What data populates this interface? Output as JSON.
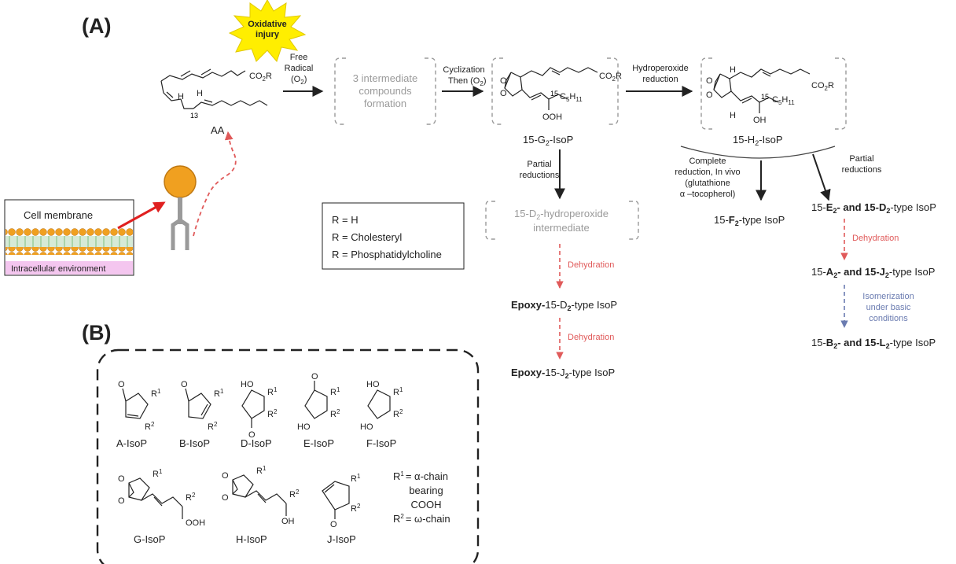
{
  "panels": {
    "a": "(A)",
    "b": "(B)"
  },
  "starburst": {
    "line1": "Oxidative",
    "line2": "injury"
  },
  "free_radical": {
    "line1": "Free",
    "line2": "Radical",
    "line3": "(O",
    "sub": "2",
    "close": ")"
  },
  "aa": {
    "label": "AA",
    "h1": "H",
    "h2": "H",
    "c13": "13",
    "co2r": "CO",
    "co2r_sub": "2",
    "co2r_r": "R"
  },
  "intermediate": {
    "line1": "3 intermediate",
    "line2": "compounds",
    "line3": "formation"
  },
  "cyclization": {
    "line1": "Cyclization",
    "line2": "Then (O",
    "sub": "2",
    "close": ")"
  },
  "g2": {
    "label_pre": "15-G",
    "label_sub": "2",
    "label_post": "-IsoP",
    "c15": "15",
    "c5h11": "C",
    "c5h11_sub1": "5",
    "c5h11_h": "H",
    "c5h11_sub2": "11",
    "ooh": "OOH"
  },
  "hydroperoxide_reduction": {
    "line1": "Hydroperoxide",
    "line2": "reduction"
  },
  "h2": {
    "label_pre": "15-H",
    "label_sub": "2",
    "label_post": "-IsoP",
    "c15": "15",
    "oh": "OH",
    "h": "H"
  },
  "partial_reductions_left": {
    "line1": "Partial",
    "line2": "reductions"
  },
  "d2_intermediate": {
    "line1_pre": "15-D",
    "line1_sub": "2",
    "line1_post": "-hydroperoxide",
    "line2": "intermediate"
  },
  "dehydration": "Dehydration",
  "epoxy_d2": {
    "bold": "Epoxy-",
    "pre": "15-D",
    "sub": "2",
    "post": "-type IsoP"
  },
  "epoxy_j2": {
    "bold": "Epoxy-",
    "pre": "15-J",
    "sub": "2",
    "post": "-type IsoP"
  },
  "complete_reduction": {
    "line1": "Complete",
    "line2": "reduction, In vivo",
    "line3": "(glutathione",
    "line4": "α –tocopherol)"
  },
  "partial_reductions_right": {
    "line1": "Partial",
    "line2": "reductions"
  },
  "f2_type": {
    "pre": "15-",
    "bold": "F",
    "sub": "2",
    "post": "-type IsoP"
  },
  "e2_d2_type": {
    "pre1": "15-",
    "bold1": "E",
    "sub1": "2",
    "mid": "- and 15-",
    "bold2": "D",
    "sub2": "2",
    "post": "-type IsoP"
  },
  "a2_j2_type": {
    "pre1": "15-",
    "bold1": "A",
    "sub1": "2",
    "mid": "- and 15-",
    "bold2": "J",
    "sub2": "2",
    "post": "-type IsoP"
  },
  "b2_l2_type": {
    "pre1": "15-",
    "bold1": "B",
    "sub1": "2",
    "mid": "- and 15-",
    "bold2": "L",
    "sub2": "2",
    "post": "-type IsoP"
  },
  "isomerization": {
    "line1": "Isomerization",
    "line2": "under basic",
    "line3": "conditions"
  },
  "r_groups": {
    "line1": "R = H",
    "line2": "R = Cholesteryl",
    "line3": "R = Phosphatidylcholine"
  },
  "cell": {
    "membrane": "Cell membrane",
    "intracellular": "Intracellular environment"
  },
  "structures": {
    "a": "A-IsoP",
    "b": "B-IsoP",
    "d": "D-IsoP",
    "e": "E-IsoP",
    "f": "F-IsoP",
    "g": "G-IsoP",
    "h": "H-IsoP",
    "j": "J-IsoP",
    "r1": "R",
    "r2": "R",
    "sup1": "1",
    "sup2": "2",
    "o": "O",
    "ho": "HO",
    "oh": "OH",
    "ooh": "OOH"
  },
  "legend_b": {
    "line1": "= α-chain",
    "line2": "bearing",
    "line3": "COOH",
    "line4": "= ω-chain"
  },
  "colors": {
    "starburst": "#ffee00",
    "membrane_head": "#f0a020",
    "membrane_tail": "#7fbf7f",
    "intracellular": "#f4c6ef",
    "receptor_ball": "#f0a020",
    "red_arrow": "#e02020",
    "dashed_red": "#e05a5a",
    "dashed_blue": "#6a7bb0"
  }
}
